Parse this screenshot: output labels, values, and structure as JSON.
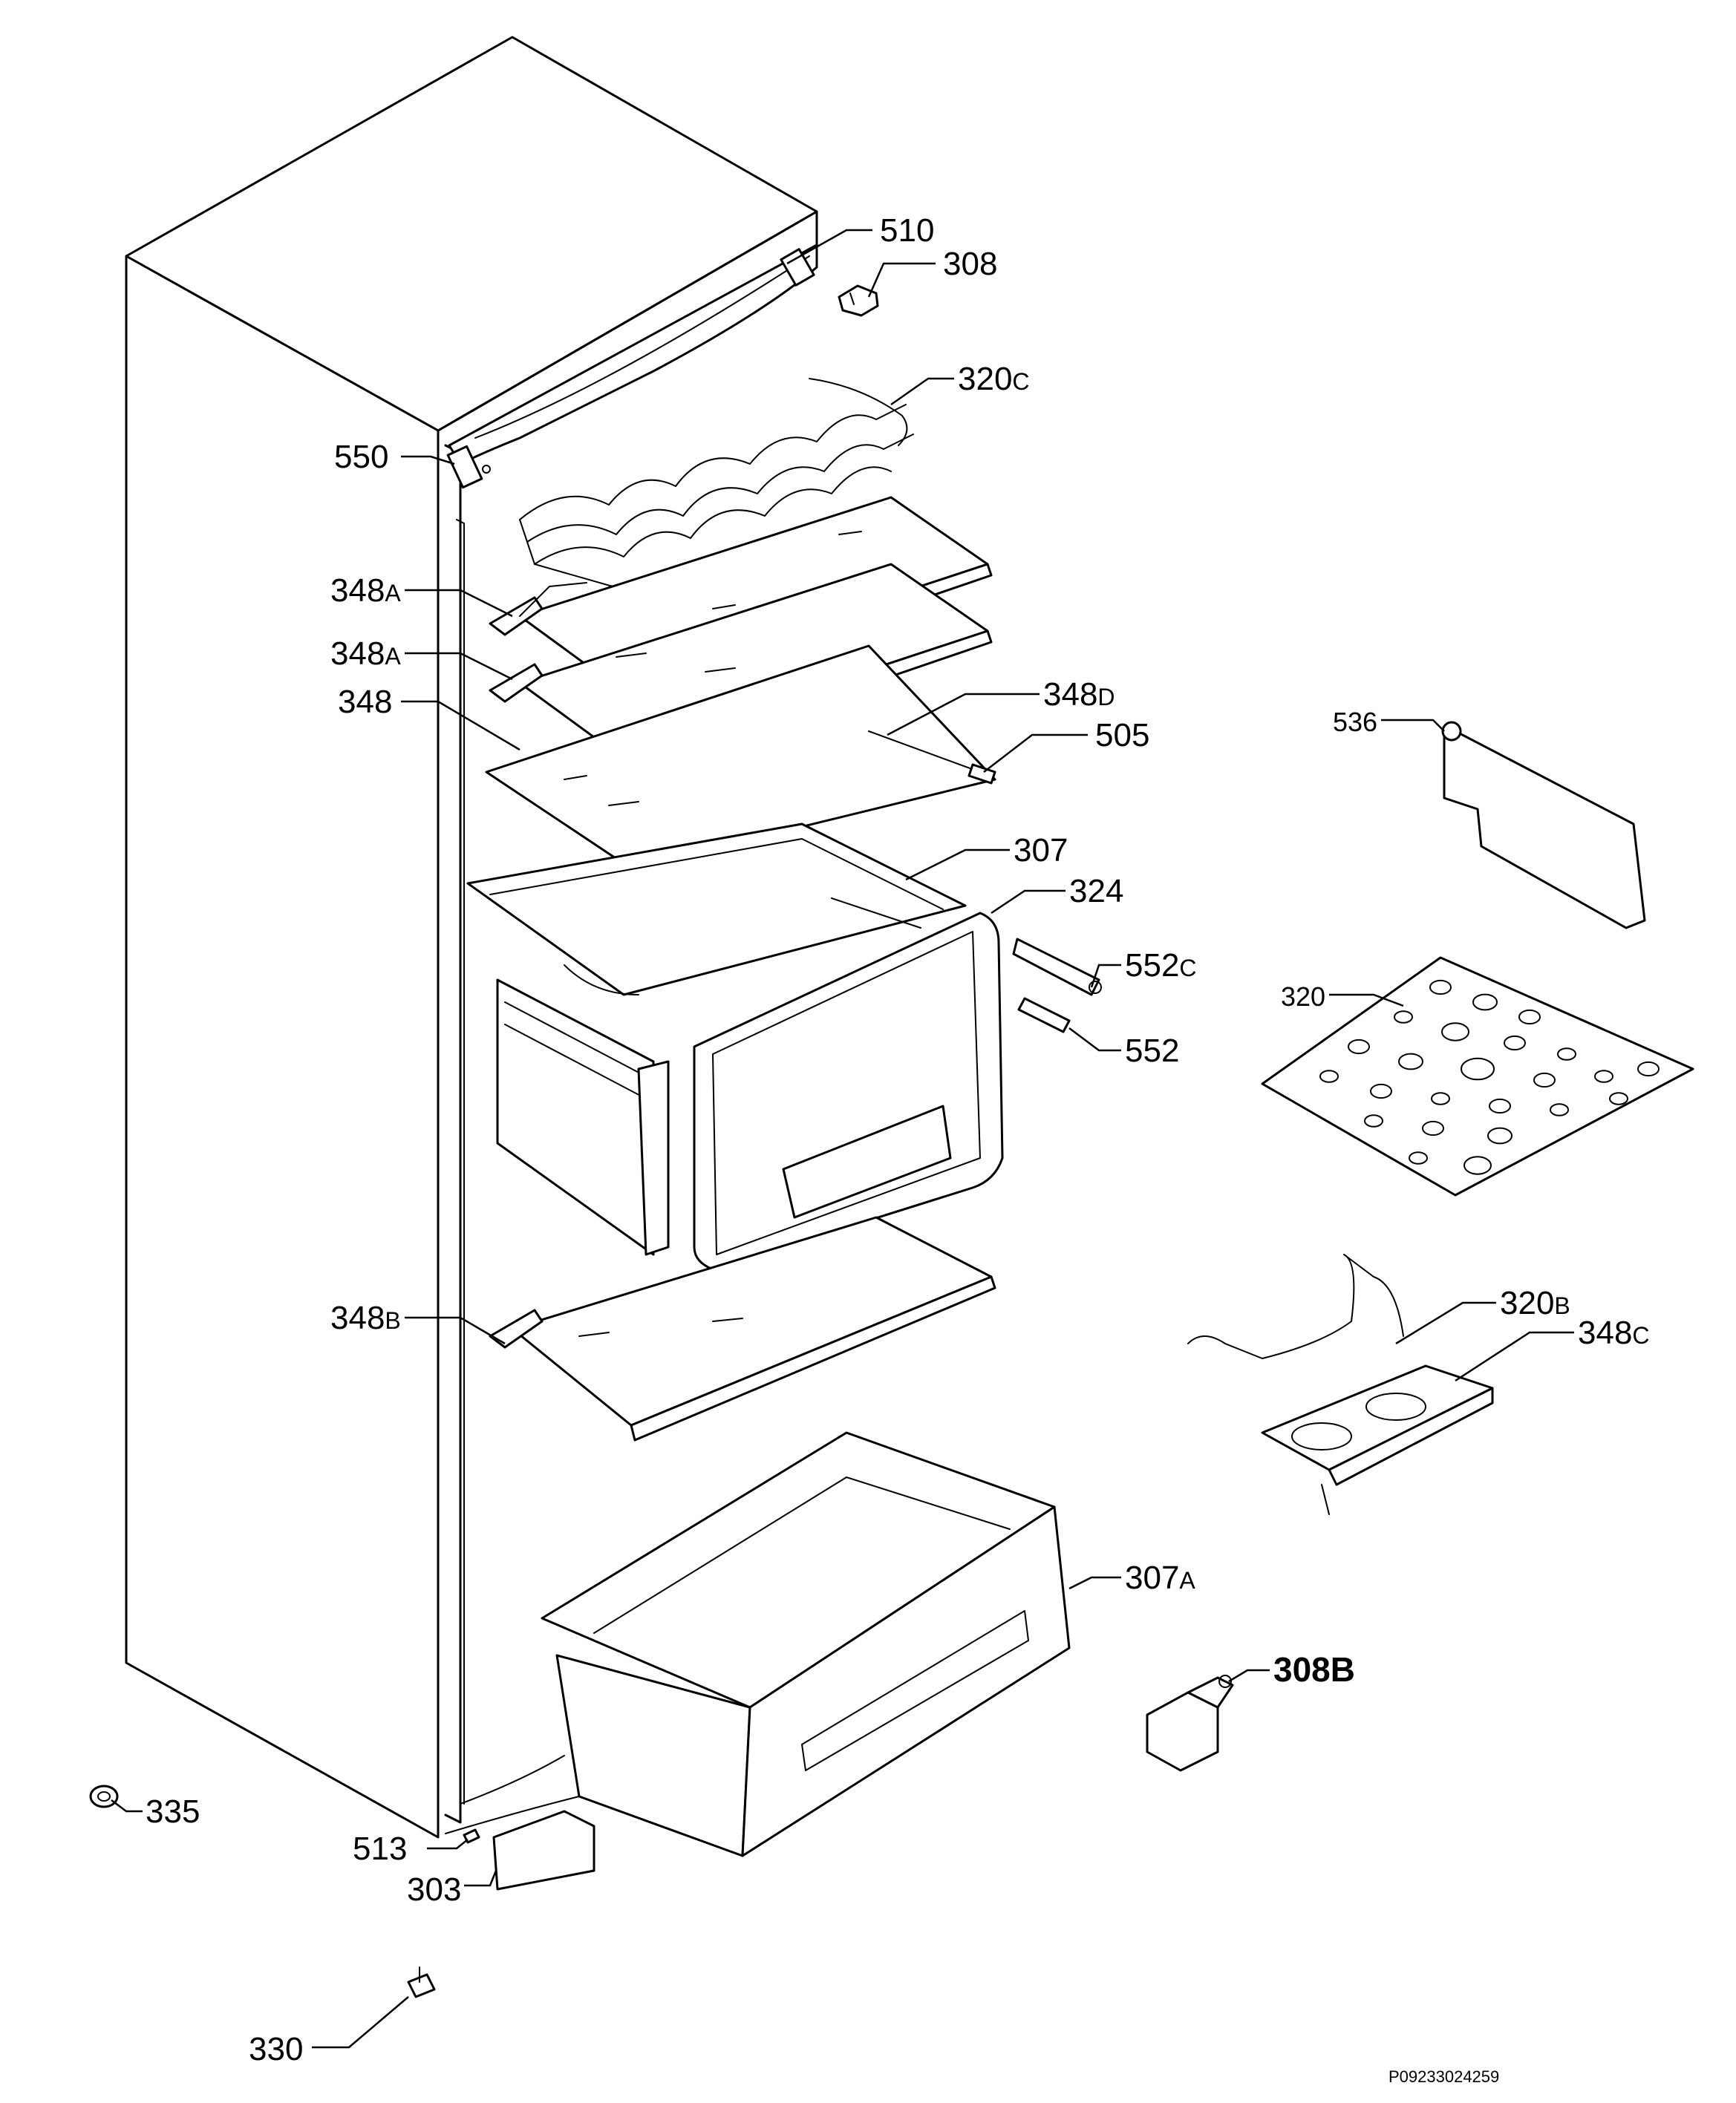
{
  "drawing_reference": "P09233024259",
  "callouts": {
    "c510": "510",
    "c308": "308",
    "c320c_num": "320",
    "c320c_suf": "C",
    "c550": "550",
    "c348a1_num": "348",
    "c348a1_suf": "A",
    "c348a2_num": "348",
    "c348a2_suf": "A",
    "c348": "348",
    "c348d_num": "348",
    "c348d_suf": "D",
    "c505": "505",
    "c307": "307",
    "c324": "324",
    "c552c_num": "552",
    "c552c_suf": "C",
    "c552": "552",
    "c536": "536",
    "c320": "320",
    "c348b_num": "348",
    "c348b_suf": "B",
    "c320b_num": "320",
    "c320b_suf": "B",
    "c348c_num": "348",
    "c348c_suf": "C",
    "c307a_num": "307",
    "c307a_suf": "A",
    "c308b": "308B",
    "c335": "335",
    "c513": "513",
    "c303": "303",
    "c330": "330"
  }
}
